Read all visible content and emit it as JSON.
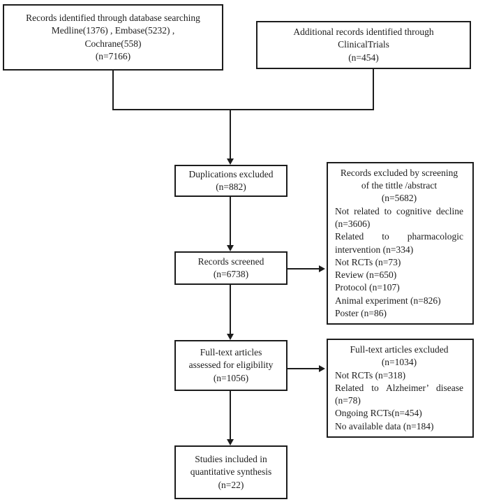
{
  "boxes": {
    "identification": {
      "lines": [
        "Records identified through database searching",
        "Medline(1376) , Embase(5232) ,",
        "Cochrane(558)",
        "(n=7166)"
      ]
    },
    "additional": {
      "lines": [
        "Additional records identified through",
        "ClinicalTrials",
        "(n=454)"
      ]
    },
    "duplications": {
      "lines": [
        "Duplications excluded",
        "(n=882)"
      ]
    },
    "screened": {
      "lines": [
        "Records screened",
        "(n=6738)"
      ]
    },
    "records_excluded": {
      "title_lines": [
        "Records excluded by screening",
        "of the tittle /abstract",
        "(n=5682)"
      ],
      "items": [
        "Not related to cognitive decline (n=3606)",
        "Related to pharmacologic intervention (n=334)",
        "Not RCTs (n=73)",
        "Review (n=650)",
        "Protocol (n=107)",
        "Animal experiment (n=826)",
        "Poster (n=86)"
      ]
    },
    "fulltext": {
      "lines": [
        "Full-text articles",
        "assessed for eligibility",
        "(n=1056)"
      ]
    },
    "fulltext_excluded": {
      "title_lines": [
        "Full-text articles excluded",
        "(n=1034)"
      ],
      "items": [
        "Not RCTs (n=318)",
        "Related to Alzheimer’ disease (n=78)",
        "Ongoing RCTs(n=454)",
        "No available data (n=184)"
      ]
    },
    "included": {
      "lines": [
        "Studies included in",
        "quantitative synthesis",
        "(n=22)"
      ]
    }
  },
  "colors": {
    "line": "#1c1c1c",
    "background": "#ffffff",
    "text": "#1c1c1c"
  }
}
